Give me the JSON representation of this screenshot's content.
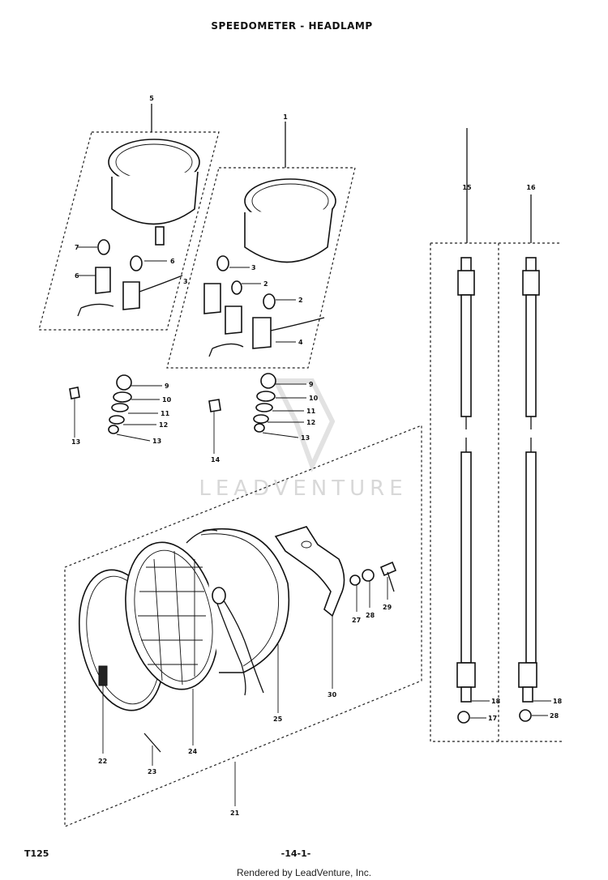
{
  "title": "SPEEDOMETER - HEADLAMP",
  "watermark": "LEADVENTURE",
  "model_code": "T125",
  "page_number": "-14-1-",
  "credit": "Rendered by LeadVenture, Inc.",
  "callouts": {
    "c1": "1",
    "c2a": "2",
    "c2b": "2",
    "c3a": "3",
    "c3b": "3",
    "c4": "4",
    "c5": "5",
    "c6a": "6",
    "c6b": "6",
    "c7": "7",
    "c9a": "9",
    "c9b": "9",
    "c10a": "10",
    "c10b": "10",
    "c11a": "11",
    "c11b": "11",
    "c12a": "12",
    "c12b": "12",
    "c13a": "13",
    "c13b": "13",
    "c13c": "13",
    "c14": "14",
    "c15": "15",
    "c16": "16",
    "c18a": "18",
    "c18b": "18",
    "c17": "17",
    "c28a": "28",
    "c27": "27",
    "c28b": "28",
    "c29": "29",
    "c30": "30",
    "c25": "25",
    "c22": "22",
    "c24": "24",
    "c23": "23",
    "c21": "21"
  }
}
